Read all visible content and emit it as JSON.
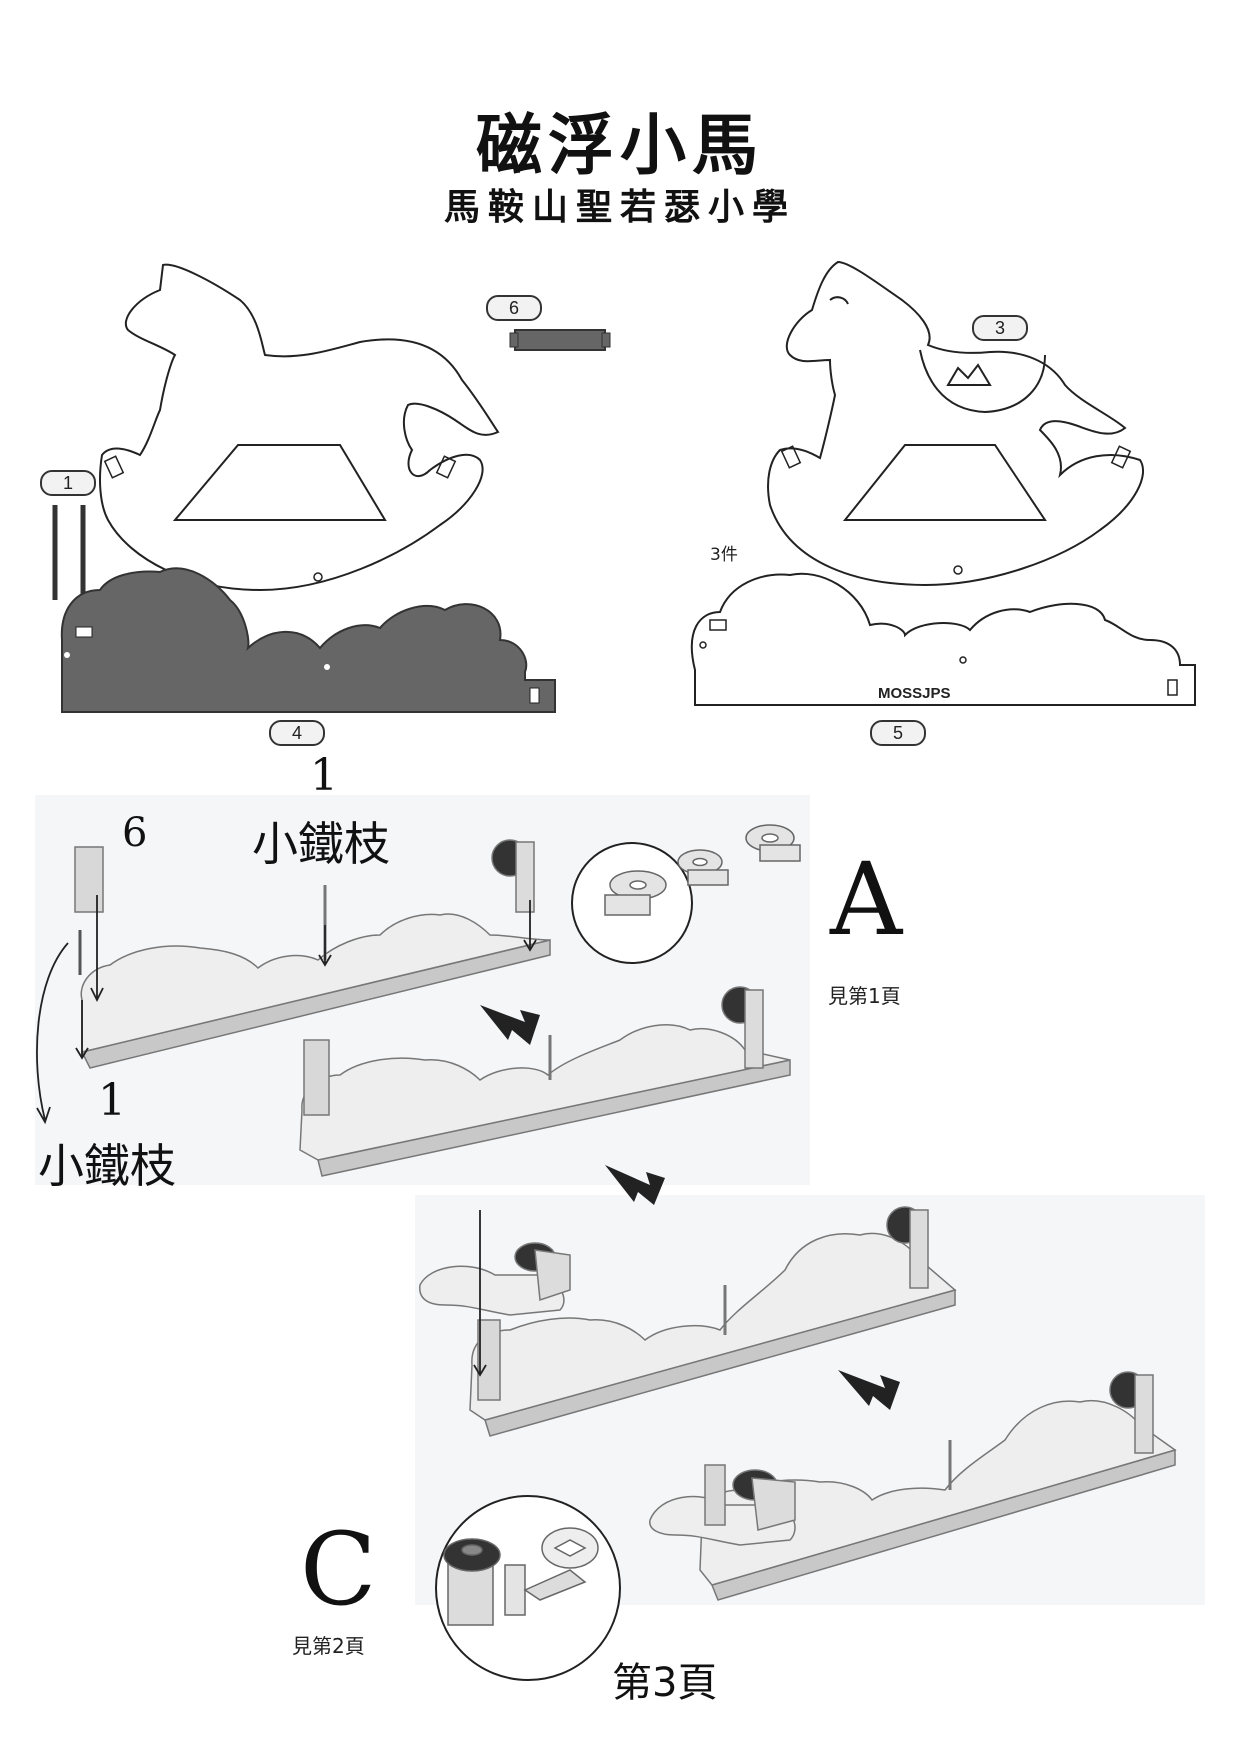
{
  "header": {
    "title": "磁浮小馬",
    "subtitle": "馬鞍山聖若瑟小學"
  },
  "parts": {
    "label_1": "1",
    "label_3": "3",
    "label_4": "4",
    "label_5": "5",
    "label_6": "6",
    "quantity_note": "3件",
    "brand_mark": "MOSSJPS"
  },
  "assembly": {
    "step_part_6": "6",
    "rod_number_top": "1",
    "rod_name_top": "小鐵枝",
    "rod_number_left": "1",
    "rod_name_left": "小鐵枝",
    "step_a_letter": "A",
    "step_a_ref": "見第1頁",
    "step_c_letter": "C",
    "step_c_ref": "見第2頁",
    "page3_ref": "第3頁"
  },
  "colors": {
    "outline": "#222222",
    "dark_part": "#666666",
    "panel_bg": "#f4f6f8",
    "model_light": "#eeeeee",
    "model_shadow": "#c8c8c8"
  }
}
